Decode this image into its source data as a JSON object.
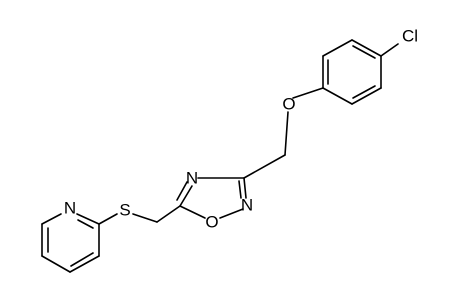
{
  "molecule": {
    "atoms": {
      "cl": "Cl",
      "o_ether": "O",
      "n_oxadiazole_4": "N",
      "n_oxadiazole_2": "N",
      "o_oxadiazole": "O",
      "s_thioether": "S",
      "n_pyridine": "N"
    }
  },
  "colors": {
    "bond": "#000000",
    "label": "#000000",
    "background": "#ffffff"
  }
}
